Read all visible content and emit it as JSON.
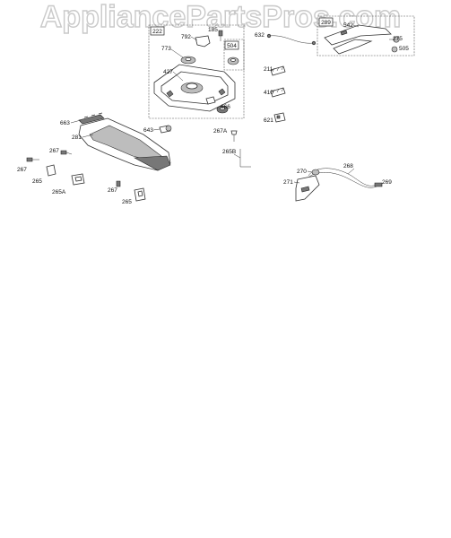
{
  "watermark": "AppliancePartsPros.com",
  "boxed_labels": [
    "222",
    "504",
    "289"
  ],
  "part_labels": {
    "p185": "185",
    "p792": "792",
    "p773": "773",
    "p427": "427",
    "p666": "666",
    "p643": "643",
    "p663": "663",
    "p281": "281",
    "p267a": "267",
    "p267b": "267",
    "p267c": "267",
    "p265a": "265",
    "p265b": "265",
    "p265A": "265A",
    "p632": "632",
    "p211": "211",
    "p410": "410",
    "p621": "621",
    "p267A": "267A",
    "p265B": "265B",
    "p542": "542",
    "p275": "275",
    "p505": "505",
    "p268": "268",
    "p269": "269",
    "p270": "270",
    "p271": "271"
  }
}
